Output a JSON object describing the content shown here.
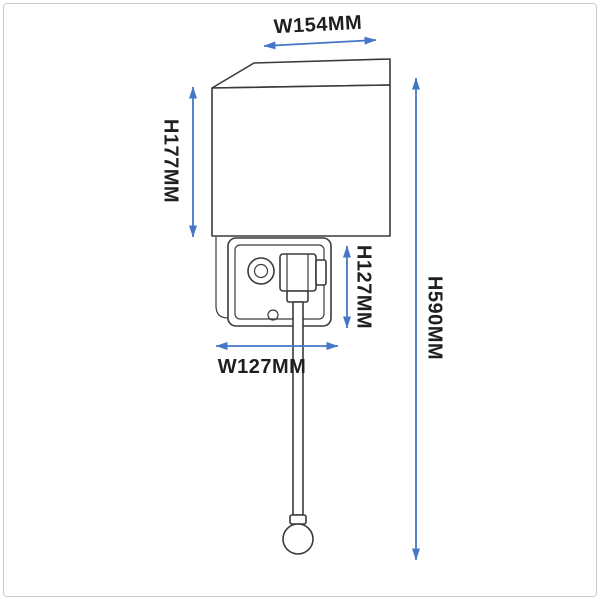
{
  "page": {
    "title": "Wall light dimension diagram"
  },
  "diagram": {
    "colors": {
      "accent": "#4577c9",
      "line": "#3a3a3a",
      "label": "#1f1f1f",
      "frame": "#c9cdd2"
    },
    "dimensions": {
      "shade_width": "W154MM",
      "shade_height": "H177MM",
      "bracket_height": "H127MM",
      "bracket_width": "W127MM",
      "overall_height": "H590MM"
    }
  }
}
